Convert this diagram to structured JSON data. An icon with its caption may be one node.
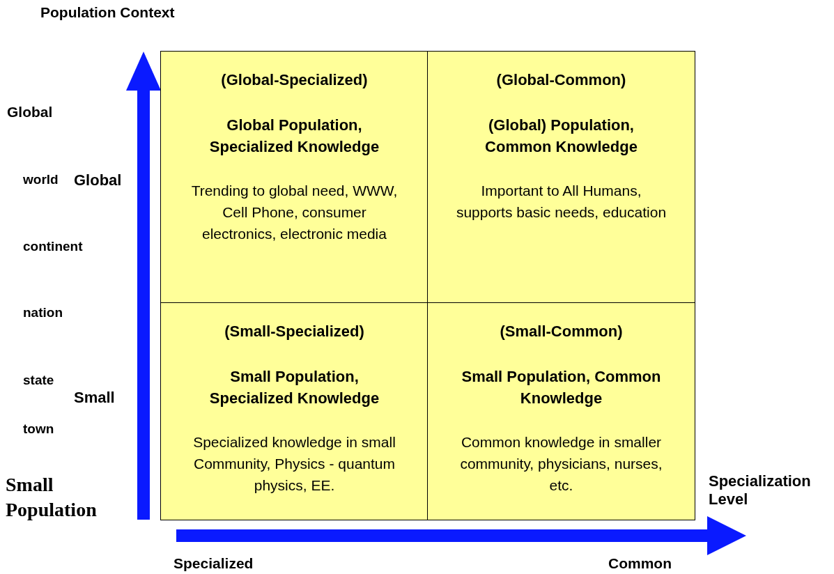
{
  "diagram": {
    "nodes": [
      {
        "text": [
          "(Global-Specialized)",
          "Global Population, Specialized Knowledge",
          "Trending to global need, WWW, Cell Phone, consumer electronics, electronic media"
        ]
      },
      {
        "text": [
          "(Global-Common)",
          "(Global) Population, Common Knowledge",
          "Important to All Humans, supports basic needs, education"
        ]
      },
      {
        "text": [
          "(Small-Specialized)",
          "Small Population, Specialized Knowledge",
          "Specialized knowledge in small Community, Physics - quantum physics, EE."
        ]
      },
      {
        "text": [
          "(Small-Common)",
          "Small Population, Common Knowledge",
          "Common knowledge in smaller community, physicians, nurses, etc."
        ]
      }
    ],
    "labels": [
      "Population Context",
      "Global",
      "world",
      "Global",
      "continent",
      "nation",
      "state",
      "Small",
      "town",
      "Small Population",
      "Specialization Level",
      "Specialized",
      "Common"
    ]
  }
}
